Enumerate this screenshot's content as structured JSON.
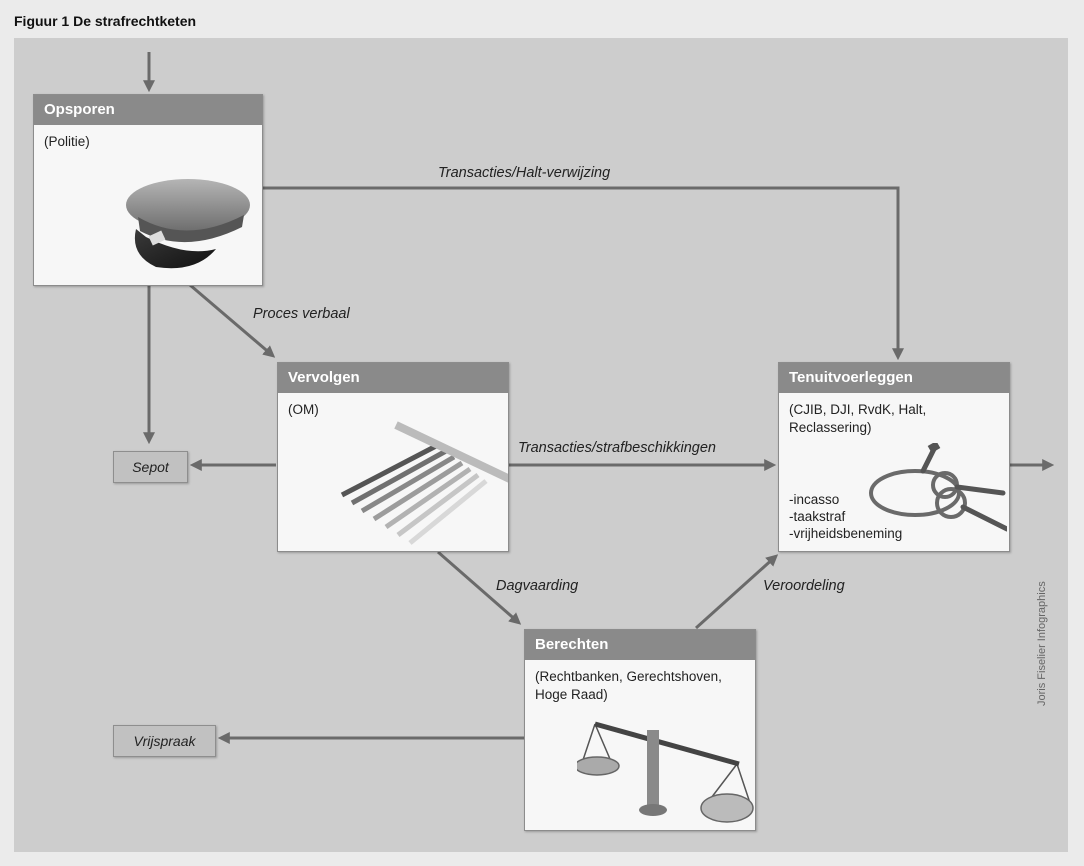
{
  "figure": {
    "title": "Figuur 1 De strafrechtketen"
  },
  "boxes": {
    "opsporen": {
      "title": "Opsporen",
      "subtitle": "(Politie)"
    },
    "vervolgen": {
      "title": "Vervolgen",
      "subtitle": "(OM)"
    },
    "tenuitvoerleggen": {
      "title": "Tenuitvoerleggen",
      "subtitle_line1": "(CJIB, DJI, RvdK, Halt,",
      "subtitle_line2": "Reclassering)",
      "items": [
        "-incasso",
        "-taakstraf",
        "-vrijheidsbeneming"
      ]
    },
    "berechten": {
      "title": "Berechten",
      "subtitle_line1": "(Rechtbanken, Gerechtshoven,",
      "subtitle_line2": "Hoge Raad)"
    }
  },
  "outcomes": {
    "sepot": "Sepot",
    "vrijspraak": "Vrijspraak"
  },
  "flows": {
    "transacties_halt": "Transacties/Halt-verwijzing",
    "proces_verbaal": "Proces verbaal",
    "transacties_straf": "Transacties/strafbeschikkingen",
    "dagvaarding": "Dagvaarding",
    "veroordeling": "Veroordeling"
  },
  "credit": "Joris Fiselier Infographics",
  "colors": {
    "background": "#cdcdcd",
    "header": "#8a8a8a",
    "arrow": "#6a6a6a"
  }
}
